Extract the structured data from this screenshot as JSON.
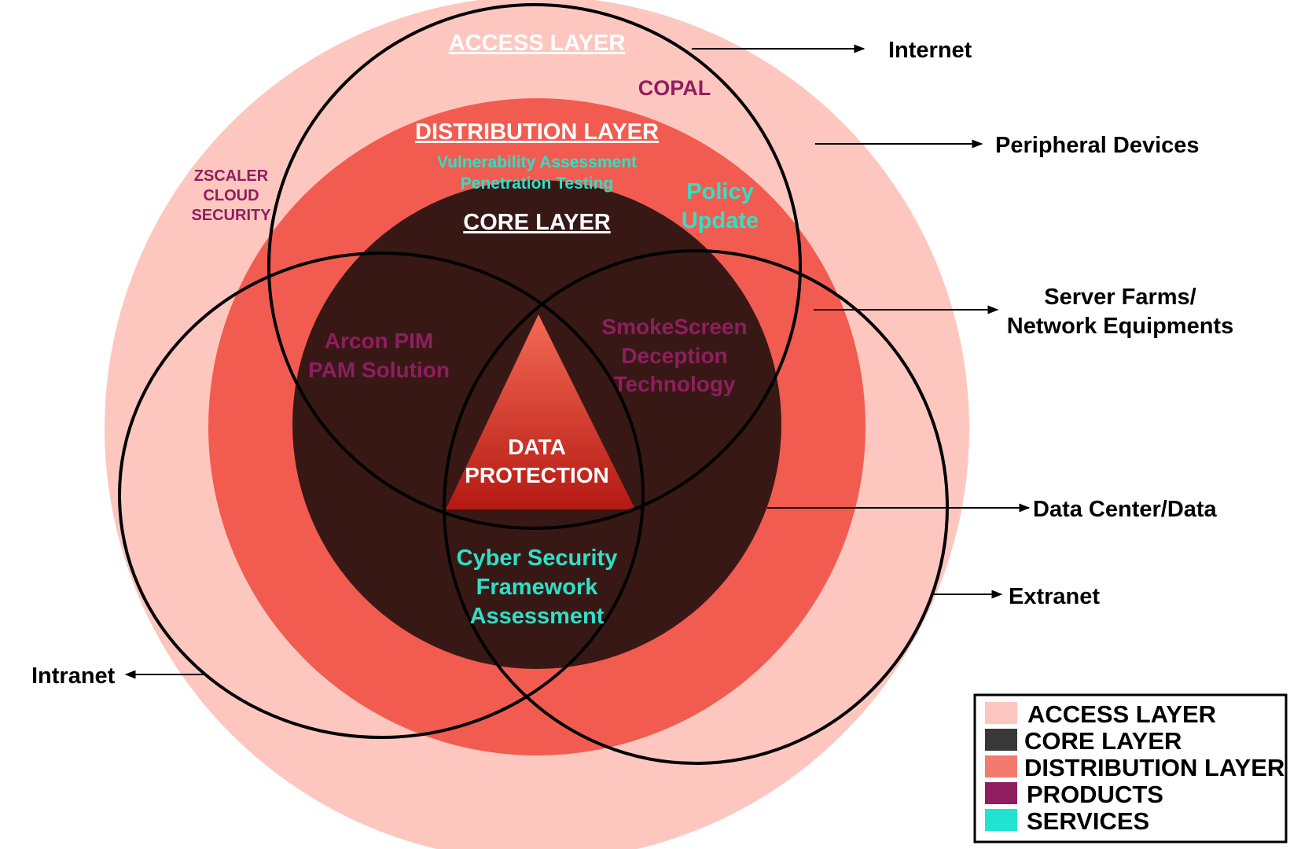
{
  "colors": {
    "access": "#fdc7bf",
    "distribution": "#f25c50",
    "core": "#381815",
    "product": "#8f1e5f",
    "service": "#2fe0c8",
    "triangle_top": "#f46a56",
    "triangle_bottom": "#b51a12",
    "white": "#ffffff",
    "black": "#000000"
  },
  "layers": {
    "access": "ACCESS LAYER",
    "distribution": "DISTRIBUTION LAYER",
    "core": "CORE LAYER"
  },
  "center": {
    "line1": "DATA",
    "line2": "PROTECTION"
  },
  "products": {
    "copal": "COPAL",
    "zscaler": [
      "ZSCALER",
      "CLOUD",
      "SECURITY"
    ],
    "arcon": [
      "Arcon PIM",
      "PAM Solution"
    ],
    "smokescreen": [
      "SmokeScreen",
      "Deception",
      "Technology"
    ]
  },
  "services": {
    "vapt": [
      "Vulnerability Assessment",
      "Penetration Testing"
    ],
    "policy": [
      "Policy",
      "Update"
    ],
    "csf": [
      "Cyber Security",
      "Framework",
      "Assessment"
    ]
  },
  "callouts": {
    "internet": "Internet",
    "peripheral": "Peripheral Devices",
    "server_farms": [
      "Server Farms/",
      "Network Equipments"
    ],
    "data_center": "Data Center/Data",
    "extranet": "Extranet",
    "intranet": "Intranet"
  },
  "legend": [
    {
      "label": "ACCESS LAYER",
      "color": "#fdc7bf"
    },
    {
      "label": "CORE LAYER",
      "color": "#383838"
    },
    {
      "label": "DISTRIBUTION LAYER",
      "color": "#f27a6e"
    },
    {
      "label": "PRODUCTS",
      "color": "#8f1e5f"
    },
    {
      "label": "SERVICES",
      "color": "#22e3cf"
    }
  ]
}
